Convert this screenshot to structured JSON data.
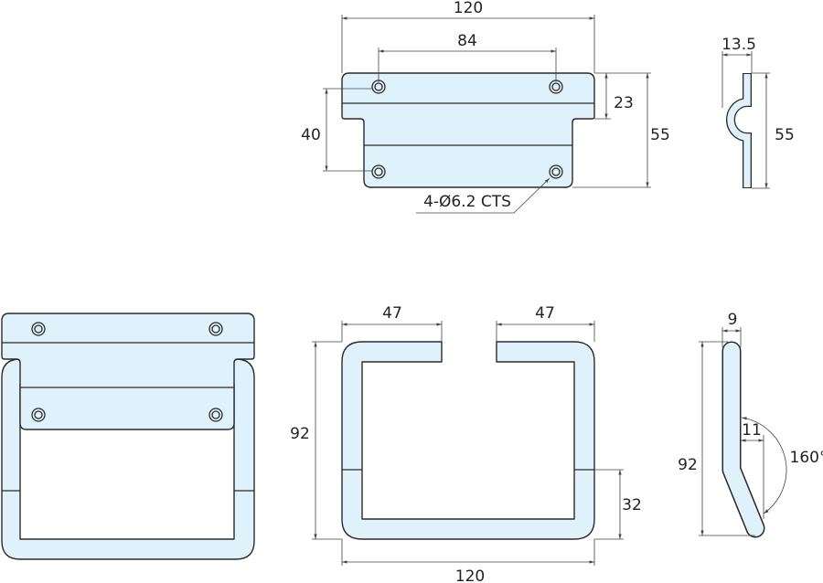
{
  "colors": {
    "part_fill": "#dff2fb",
    "line": "#2a2a2a"
  },
  "top_view": {
    "width": "120",
    "hole_spacing": "84",
    "flange_height": "23",
    "height": "55",
    "hole_vertical": "40",
    "hole_note": "4-Ø6.2 CTS"
  },
  "top_side_view": {
    "offset": "13.5",
    "height": "55"
  },
  "handle_view": {
    "left_segment": "47",
    "right_segment": "47",
    "height": "92",
    "lower_section": "32",
    "width": "120"
  },
  "handle_side_view": {
    "thickness": "9",
    "height": "92",
    "bend_offset": "11",
    "bend_angle": "160°"
  }
}
